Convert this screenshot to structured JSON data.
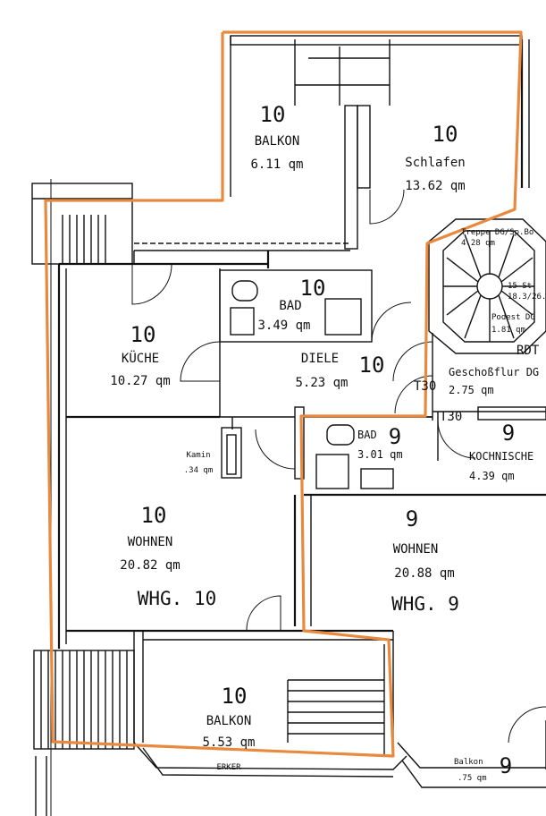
{
  "colors": {
    "outline": "#e8893e",
    "ink": "#111111",
    "paper": "#ffffff"
  },
  "rooms": {
    "balkon_top": {
      "num": "10",
      "name": "BALKON",
      "area": "6.11 qm"
    },
    "schlafen": {
      "num": "10",
      "name": "Schlafen",
      "area": "13.62 qm"
    },
    "bad10": {
      "num": "10",
      "name": "BAD",
      "area": "3.49 qm"
    },
    "kueche": {
      "num": "10",
      "name": "KÜCHE",
      "area": "10.27 qm"
    },
    "diele": {
      "num": "10",
      "name": "DIELE",
      "area": "5.23 qm"
    },
    "kamin": {
      "name": "Kamin",
      "area": ".34 qm"
    },
    "wohnen10": {
      "num": "10",
      "name": "WOHNEN",
      "area": "20.82 qm"
    },
    "balkon_bottom": {
      "num": "10",
      "name": "BALKON",
      "area": "5.53 qm"
    },
    "erker": {
      "name": "ERKER"
    },
    "bad9": {
      "num": "9",
      "name": "BAD",
      "area": "3.01 qm"
    },
    "kochnische": {
      "num": "9",
      "name": "KOCHNISCHE",
      "area": "4.39 qm"
    },
    "wohnen9": {
      "num": "9",
      "name": "WOHNEN",
      "area": "20.88 qm"
    },
    "geschossflur": {
      "name": "Geschoßflur DG",
      "area": "2.75 qm"
    },
    "balkon9": {
      "num": "9",
      "name": "Balkon",
      "area": ".75 qm"
    }
  },
  "apartments": {
    "whg10": "WHG. 10",
    "whg9": "WHG. 9"
  },
  "annotations": {
    "t30a": "T30",
    "t30b": "T30",
    "rdt": "RDT",
    "podest": "Podest DG",
    "podest_area": "1.81 qm",
    "treppe": "Treppe DG/Sp.Bo",
    "treppe_area": "4.28 qm",
    "steps": "15 St.",
    "steps_dim": "18.3/26."
  }
}
